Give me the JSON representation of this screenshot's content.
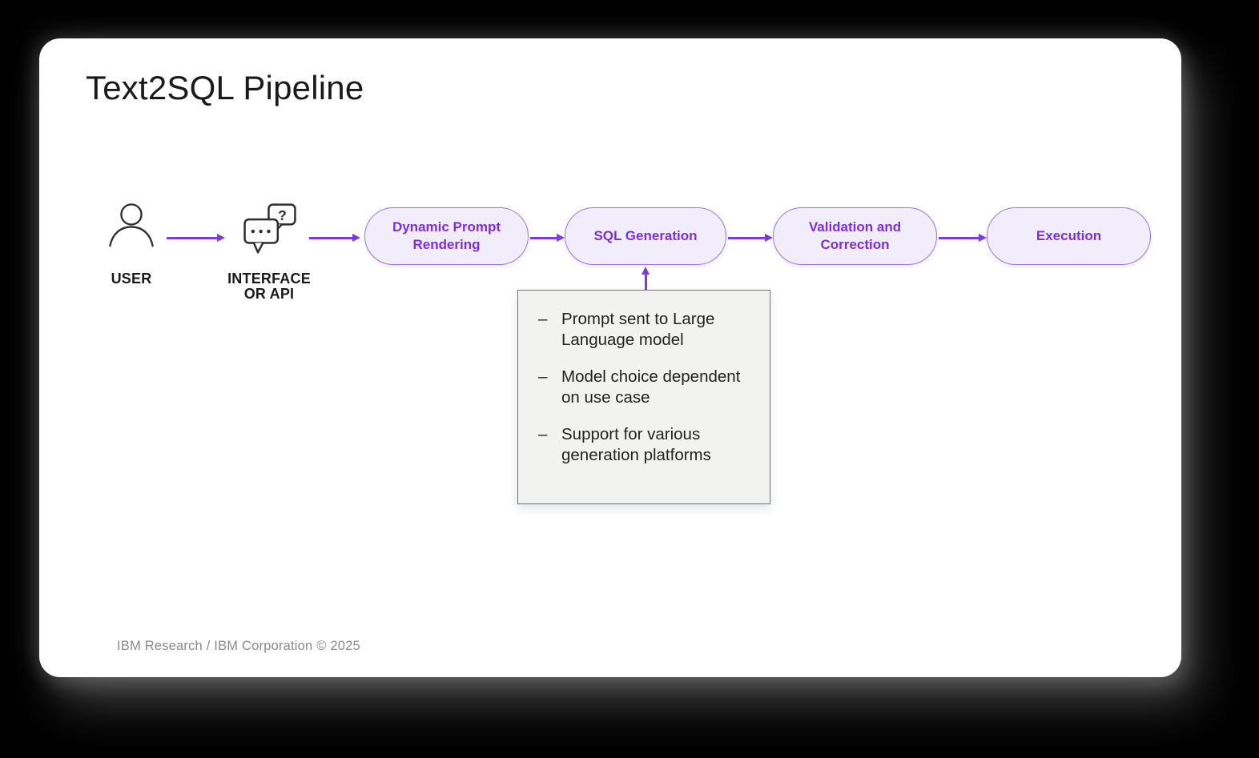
{
  "slide": {
    "title": "Text2SQL Pipeline",
    "footer": "IBM Research / IBM Corporation © 2025"
  },
  "pipeline": {
    "actors": [
      {
        "label": "USER",
        "icon": "person-icon"
      },
      {
        "label": "INTERFACE OR API",
        "icon": "chat-bubbles-icon",
        "question_mark": "?"
      }
    ],
    "stages": [
      {
        "label": "Dynamic Prompt Rendering"
      },
      {
        "label": "SQL Generation"
      },
      {
        "label": "Validation and Correction"
      },
      {
        "label": "Execution"
      }
    ],
    "note": {
      "attached_to": "SQL Generation",
      "bullet": "–",
      "items": [
        "Prompt sent to Large Language model",
        "Model choice dependent on use case",
        "Support for various generation platforms"
      ]
    }
  },
  "colors": {
    "stage_fill": "#f1edfa",
    "stage_border": "#9b79e4",
    "stage_text": "#7c2fe0",
    "arrow": "#7b3be0",
    "note_fill": "#f2f2f1",
    "note_border": "#757575",
    "icon_stroke": "#2e2e2e",
    "title_text": "#1a1a1a",
    "footer_text": "#8b8b8b",
    "label_text": "#1a1a1a"
  }
}
